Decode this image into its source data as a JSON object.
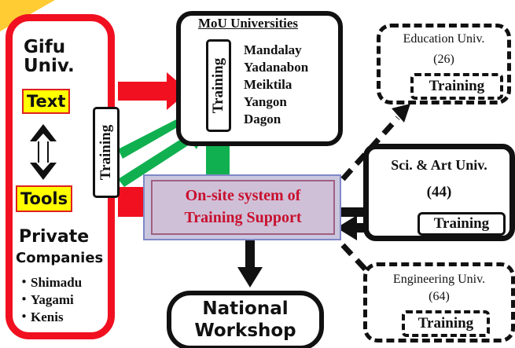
{
  "left_panel": {
    "gifu": "Gifu\nUniv.",
    "text": "Text",
    "tools": "Tools",
    "private": "Private",
    "companies": "Companies",
    "company_list": [
      "・Shimadu",
      "・Yagami",
      "・Kenis"
    ],
    "training": "Training"
  },
  "mou": {
    "title": "MoU Universities",
    "training": "Training",
    "universities": [
      "Mandalay",
      "Yadanabon",
      "Meiktila",
      "Yangon",
      "Dagon"
    ]
  },
  "center": {
    "line1": "On-site system of",
    "line2": "Training Support"
  },
  "workshop": {
    "line1": "National",
    "line2": "Workshop"
  },
  "education": {
    "name": "Education Univ.",
    "count": "(26)",
    "training": "Training"
  },
  "science": {
    "name": "Sci. & Art Univ.",
    "count": "(44)",
    "training": "Training"
  },
  "engineering": {
    "name": "Engineering Univ.",
    "count": "(64)",
    "training": "Training"
  },
  "colors": {
    "red": "#f01020",
    "green": "#10b050",
    "yellow": "#ffff00",
    "black": "#111111"
  }
}
